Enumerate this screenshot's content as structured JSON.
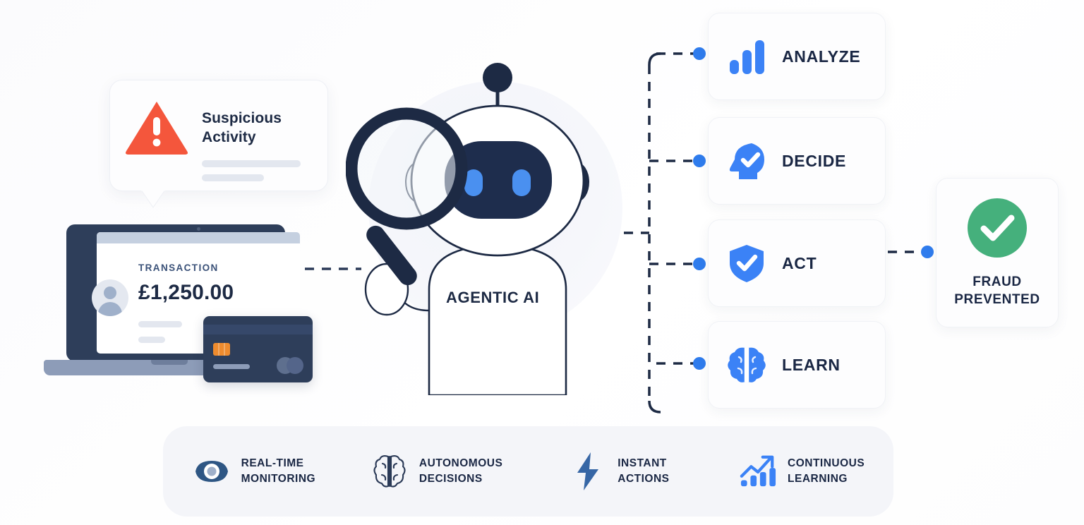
{
  "alert": {
    "icon": "warning-triangle-icon",
    "title": "Suspicious Activity",
    "placeholder_lines": 2
  },
  "laptop": {
    "transaction_label": "TRANSACTION",
    "amount": "£1,250.00",
    "avatar_icon": "user-avatar-icon",
    "placeholder_lines": 2
  },
  "credit_card": {
    "chip_icon": "chip-icon",
    "logo_icon": "dual-circle-logo-icon"
  },
  "robot": {
    "label": "AGENTIC AI",
    "magnifier_icon": "magnifying-glass-icon",
    "antenna_icon": "antenna-icon"
  },
  "steps": [
    {
      "id": "analyze",
      "label": "ANALYZE",
      "icon": "bar-chart-icon"
    },
    {
      "id": "decide",
      "label": "DECIDE",
      "icon": "head-check-icon"
    },
    {
      "id": "act",
      "label": "ACT",
      "icon": "shield-check-icon"
    },
    {
      "id": "learn",
      "label": "LEARN",
      "icon": "brain-icon"
    }
  ],
  "result": {
    "label": "FRAUD\nPREVENTED",
    "icon": "green-check-circle-icon"
  },
  "features": [
    {
      "id": "real-time-monitoring",
      "label": "REAL-TIME\nMONITORING",
      "icon": "eye-icon"
    },
    {
      "id": "autonomous-decisions",
      "label": "AUTONOMOUS\nDECISIONS",
      "icon": "brain-outline-icon"
    },
    {
      "id": "instant-actions",
      "label": "INSTANT\nACTIONS",
      "icon": "lightning-bolt-icon"
    },
    {
      "id": "continuous-learning",
      "label": "CONTINUOUS\nLEARNING",
      "icon": "trending-up-chart-icon"
    }
  ],
  "colors": {
    "accent_blue": "#3b82f6",
    "deep_navy": "#1a2744",
    "alert_orange": "#f4563c",
    "success_green": "#45b07c",
    "card_bg": "#fdfdfe",
    "bar_bg": "#f4f5f9",
    "chip_orange": "#ee8b2e"
  }
}
